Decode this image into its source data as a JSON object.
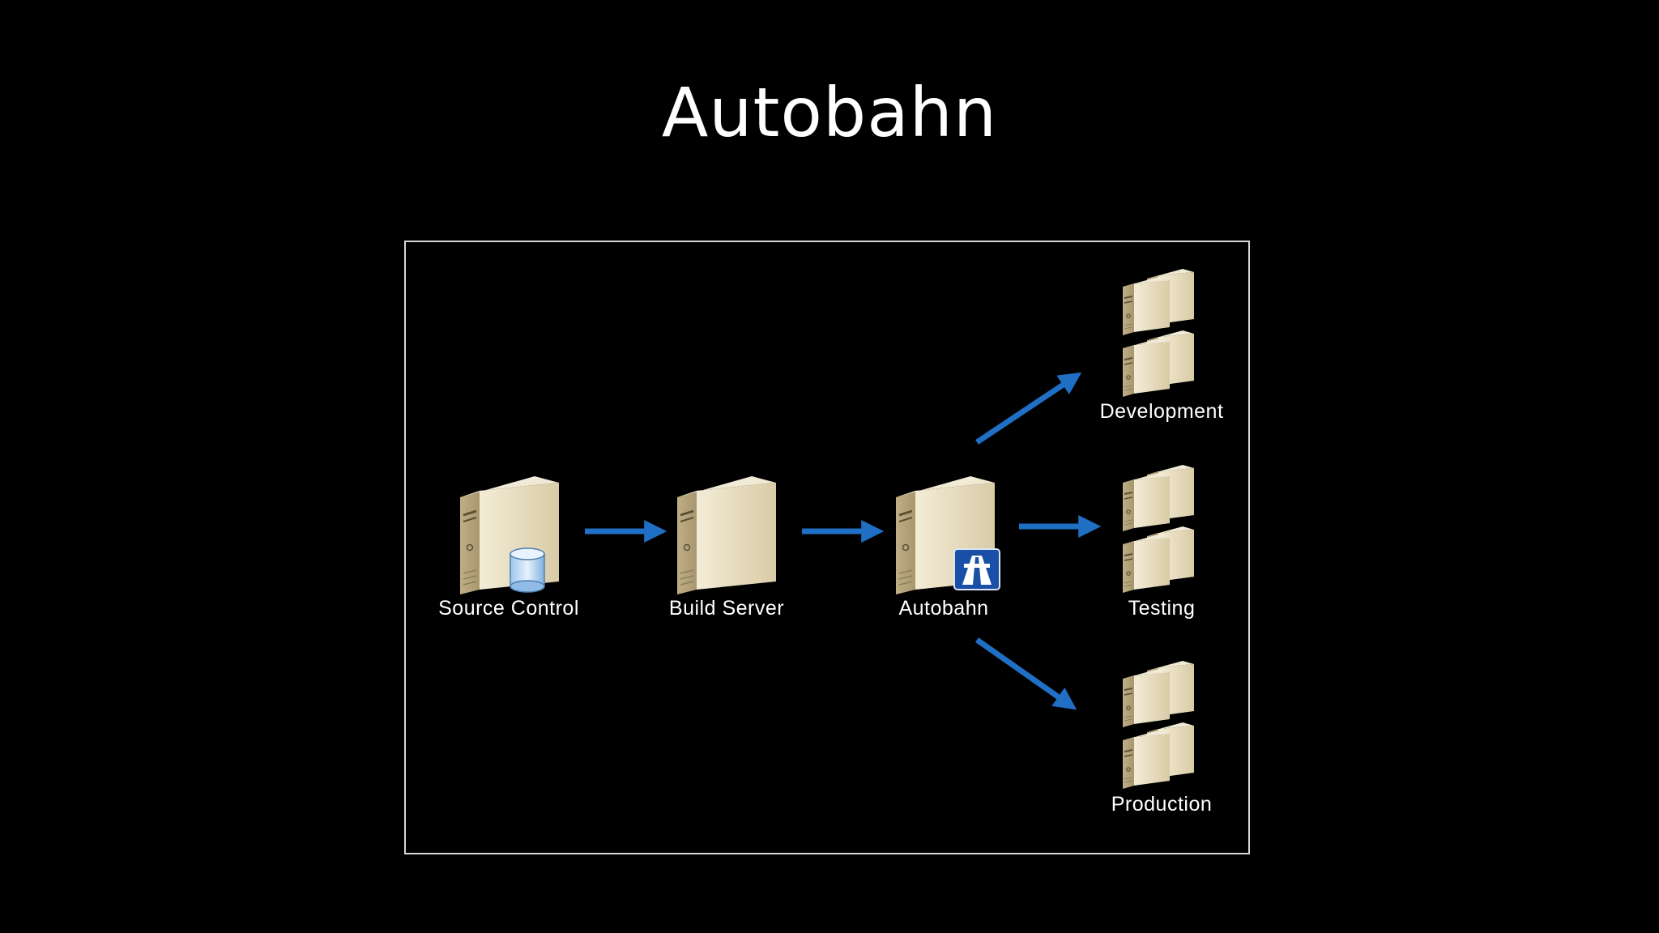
{
  "title": "Autobahn",
  "colors": {
    "background": "#000000",
    "arrow": "#1f6fc4",
    "server_face": "#e9dfc3",
    "server_side": "#c9b994",
    "badge": "#1a4fa8"
  },
  "nodes": [
    {
      "id": "source-control",
      "label": "Source Control",
      "icon": "server-with-database-icon"
    },
    {
      "id": "build-server",
      "label": "Build Server",
      "icon": "server-icon"
    },
    {
      "id": "autobahn",
      "label": "Autobahn",
      "icon": "server-with-autobahn-badge-icon"
    },
    {
      "id": "development",
      "label": "Development",
      "icon": "server-cluster-icon"
    },
    {
      "id": "testing",
      "label": "Testing",
      "icon": "server-cluster-icon"
    },
    {
      "id": "production",
      "label": "Production",
      "icon": "server-cluster-icon"
    }
  ],
  "edges": [
    {
      "from": "source-control",
      "to": "build-server"
    },
    {
      "from": "build-server",
      "to": "autobahn"
    },
    {
      "from": "autobahn",
      "to": "development"
    },
    {
      "from": "autobahn",
      "to": "testing"
    },
    {
      "from": "autobahn",
      "to": "production"
    }
  ]
}
